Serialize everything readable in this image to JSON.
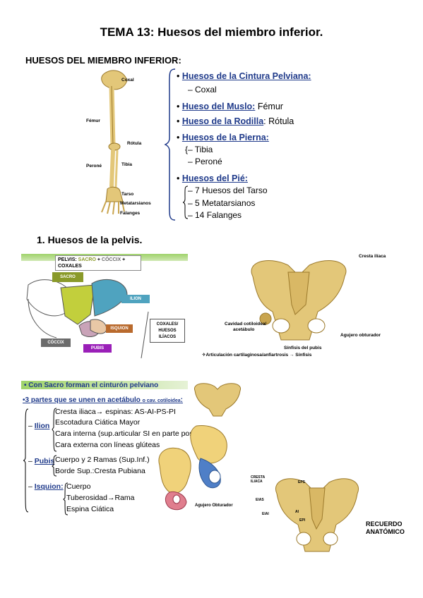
{
  "title": "TEMA 13: Huesos del miembro inferior.",
  "section_heading": "HUESOS DEL MIEMBRO INFERIOR:",
  "skeleton_labels": {
    "coxal": "Coxal",
    "femur": "Fémur",
    "rotula": "Rótula",
    "perone": "Peroné",
    "tibia": "Tibia",
    "tarso": "Tarso",
    "metatarsianos": "Metatarsianos",
    "falanges": "Falanges"
  },
  "bone_list": {
    "cintura": {
      "label": "Huesos de la Cintura Pelviana:",
      "item": "– Coxal"
    },
    "muslo": {
      "label": "Hueso del Muslo:",
      "value": " Fémur"
    },
    "rodilla": {
      "label": "Hueso de la Rodilla",
      "value": ": Rótula"
    },
    "pierna": {
      "label": "Huesos de la Pierna:",
      "items": [
        "– Tibia",
        "– Peroné"
      ]
    },
    "pie": {
      "label": "Huesos del Pié:",
      "items": [
        "– 7 Huesos del Tarso",
        "– 5 Metatarsianos",
        "– 14 Falanges"
      ]
    }
  },
  "subheading": "1.  Huesos de la pelvis.",
  "pelvis_diagram": {
    "header_prefix": "PELVIS: ",
    "sacro": "SACRO",
    "plus1": " + ",
    "coccix": "CÓCCIX",
    "plus2": " +",
    "coxales": "COXALES",
    "labels": {
      "sacro": "SACRO",
      "ilion": "ILION",
      "isquion": "ISQUION",
      "coccix": "CÓCCIX",
      "pubis": "PUBIS"
    },
    "coxales_box": [
      "COXALES/",
      "HUESOS",
      "ILÍACOS"
    ]
  },
  "pelvis_anatomy": {
    "cresta": "Cresta ilíaca",
    "cavidad": [
      "Cavidad cotiloidea/",
      "acetábulo"
    ],
    "agujero": "Agujero obturador",
    "sinfisis": "Sínfisis del pubis",
    "articulacion": "✧Articulación cartilaginosa/anfiartrosis → Sínfisis"
  },
  "cinturon": {
    "line1": "• Con Sacro forman el cinturón pelviano",
    "line2_a": "•3 partes que se unen en acetábulo ",
    "line2_b": "o cav. cotiloidea",
    ":": ":",
    "ilion": {
      "label": "Ilion",
      "items": [
        "Cresta iliaca→ espinas: AS-AI-PS-PI",
        "Escotadura Ciática Mayor",
        "Cara interna (sup.articular SI en parte post.)",
        "Cara externa con líneas glúteas"
      ]
    },
    "pubis": {
      "label": "Pubis",
      "items": [
        "Cuerpo y 2 Ramas (Sup.Inf.)",
        "Borde Sup.:Cresta Pubiana"
      ]
    },
    "isquion": {
      "label": "Isquion:",
      "items": [
        "Cuerpo",
        "Tuberosidad→Rama",
        "Espina Ciática"
      ]
    },
    "agujero": "Agujero Obturador"
  },
  "recuerdo": {
    "labels": {
      "cresta": [
        "CRESTA",
        "ILIACA"
      ],
      "eps": "EPS",
      "eias": "EIAS",
      "eiai": "EIAI",
      "ai": "AI",
      "epi": "EPI"
    },
    "title": [
      "RECUERDO",
      "ANATÓMICO"
    ]
  },
  "colors": {
    "bone": "#e3c779",
    "bone_dark": "#b8963f",
    "heading_blue": "#1f3a8a",
    "sacro": "#8a9a2a",
    "ilion": "#4fa3bf",
    "isquion": "#b96a2d",
    "coccix": "#6b6b6b",
    "pubis": "#9a1fb8"
  }
}
